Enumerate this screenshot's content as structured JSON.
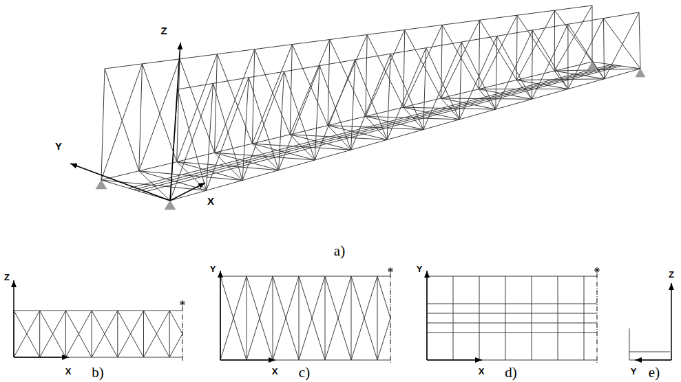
{
  "diagram": {
    "labels": [
      "Z",
      "Y",
      "X",
      "a)",
      "Z",
      "X",
      "Y",
      "X",
      "Y",
      "X",
      "Z",
      "Y",
      "b)",
      "c)",
      "d)",
      "e)"
    ]
  }
}
